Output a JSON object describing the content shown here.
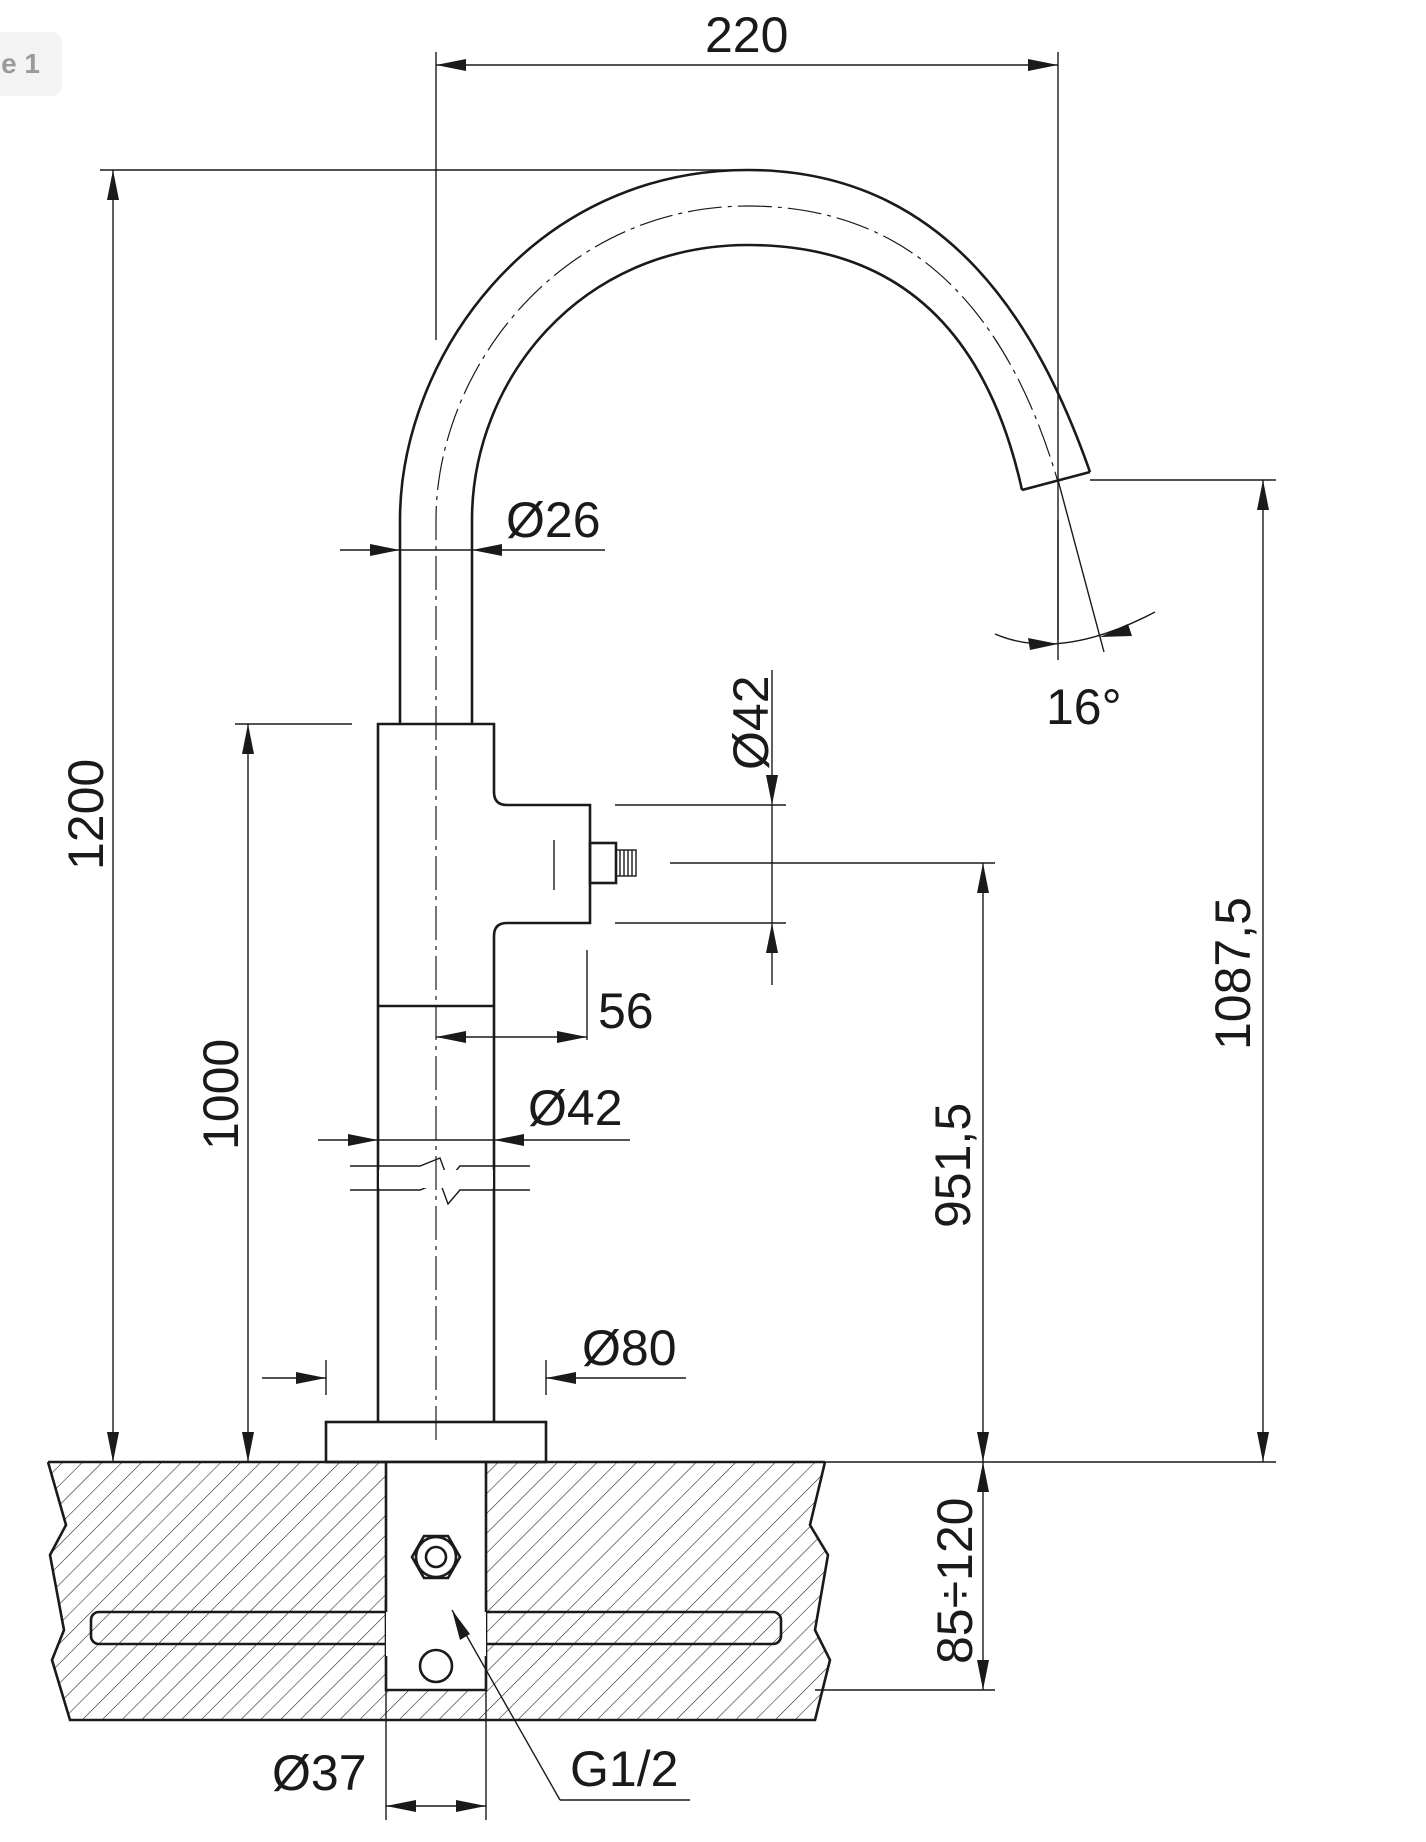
{
  "page_indicator": "e 1",
  "dimensions": {
    "spout_reach": "220",
    "total_height": "1200",
    "spout_diameter": "Ø26",
    "spout_angle": "16°",
    "outlet_height": "1087,5",
    "handle_diameter": "Ø42",
    "body_height": "1000",
    "handle_offset": "56",
    "body_diameter": "Ø42",
    "handle_height": "951,5",
    "base_diameter": "Ø80",
    "counter_thickness": "85÷120",
    "shank_diameter": "Ø37",
    "connection_thread": "G1/2"
  }
}
